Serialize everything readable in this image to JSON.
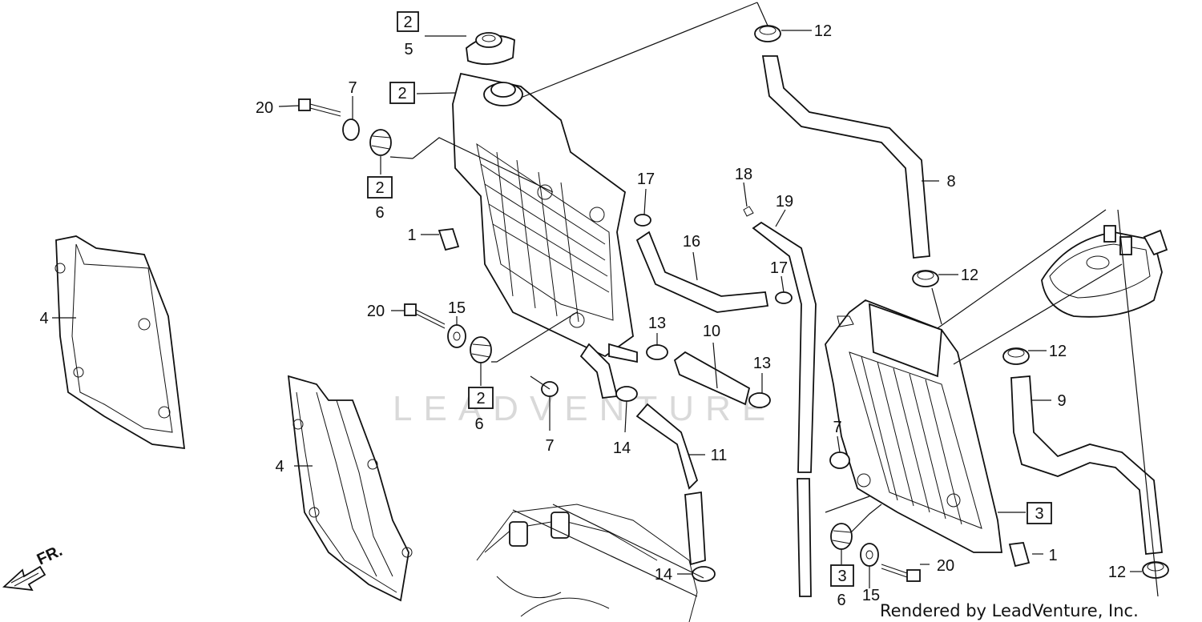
{
  "watermark": "LEADVENTURE",
  "credit": "Rendered by LeadVenture, Inc.",
  "direction_label": "FR.",
  "boxed_labels": {
    "b5": "2",
    "b_rad_left": "2",
    "b6_top": "2",
    "b6_mid": "2",
    "b3_right": "3",
    "b6_bottom": "3"
  },
  "callouts": {
    "c1_left": "1",
    "c1_right": "1",
    "c4_top": "4",
    "c4_bottom": "4",
    "c5": "5",
    "c6_top": "6",
    "c6_mid": "6",
    "c6_bottom": "6",
    "c7_top": "7",
    "c7_mid": "7",
    "c7_right": "7",
    "c8": "8",
    "c9": "9",
    "c10": "10",
    "c11": "11",
    "c12_a": "12",
    "c12_b": "12",
    "c12_c": "12",
    "c12_d": "12",
    "c13_a": "13",
    "c13_b": "13",
    "c14_a": "14",
    "c14_b": "14",
    "c15_a": "15",
    "c15_b": "15",
    "c16": "16",
    "c17_a": "17",
    "c17_b": "17",
    "c18": "18",
    "c19": "19",
    "c20_a": "20",
    "c20_b": "20",
    "c20_c": "20"
  }
}
